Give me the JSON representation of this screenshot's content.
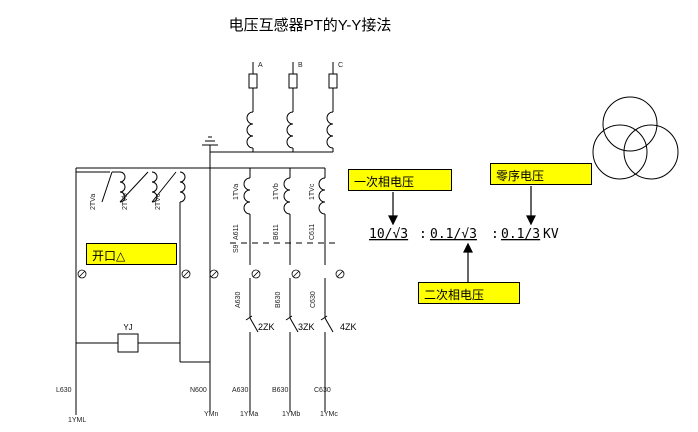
{
  "title": "电压互感器PT的Y-Y接法",
  "phases": [
    "A",
    "B",
    "C"
  ],
  "transformer_labels": [
    "1TVa",
    "1TVb",
    "1TVc",
    "2TVa",
    "2TVb",
    "2TVc"
  ],
  "wire_codes": [
    "A611",
    "B611",
    "C611",
    "S9",
    "A630",
    "B630",
    "C630",
    "N600",
    "L630"
  ],
  "switches": [
    "2ZK",
    "3ZK",
    "4ZK"
  ],
  "relay": "YJ",
  "bus_labels": [
    "1YML",
    "YMn",
    "1YMa",
    "1YMb",
    "1YMc"
  ],
  "callouts": {
    "open_delta": "开口△",
    "primary": "一次相电压",
    "zero_seq": "零序电压",
    "secondary": "二次相电压"
  },
  "ratio": {
    "p1": "10/√3",
    "sep1": ":",
    "p2": "0.1/√3",
    "sep2": ":",
    "p3": "0.1/3",
    "unit": "KV"
  }
}
